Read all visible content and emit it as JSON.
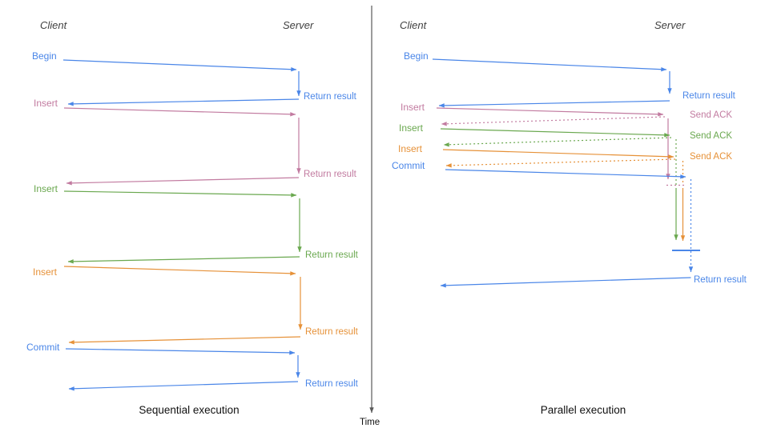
{
  "palette": {
    "blue": "#4a86e8",
    "pink": "#c27ba0",
    "green": "#6aa84f",
    "orange": "#e69138",
    "axis": "#595959",
    "header": "#404040",
    "title": "#111111"
  },
  "time_axis": {
    "label": "Time"
  },
  "left": {
    "title": "Sequential execution",
    "client_header": "Client",
    "server_header": "Server",
    "operations": [
      {
        "label": "Begin",
        "color": "blue",
        "result_label": "Return result"
      },
      {
        "label": "Insert",
        "color": "pink",
        "result_label": "Return result"
      },
      {
        "label": "Insert",
        "color": "green",
        "result_label": "Return result"
      },
      {
        "label": "Insert",
        "color": "orange",
        "result_label": "Return result"
      },
      {
        "label": "Commit",
        "color": "blue",
        "result_label": "Return result"
      }
    ]
  },
  "right": {
    "title": "Parallel execution",
    "client_header": "Client",
    "server_header": "Server",
    "operations": [
      {
        "label": "Begin",
        "color": "blue",
        "response_label": "Return result"
      },
      {
        "label": "Insert",
        "color": "pink",
        "response_label": "Send ACK"
      },
      {
        "label": "Insert",
        "color": "green",
        "response_label": "Send ACK"
      },
      {
        "label": "Insert",
        "color": "orange",
        "response_label": "Send ACK"
      },
      {
        "label": "Commit",
        "color": "blue",
        "response_label": ""
      }
    ],
    "final_result_label": "Return result"
  }
}
